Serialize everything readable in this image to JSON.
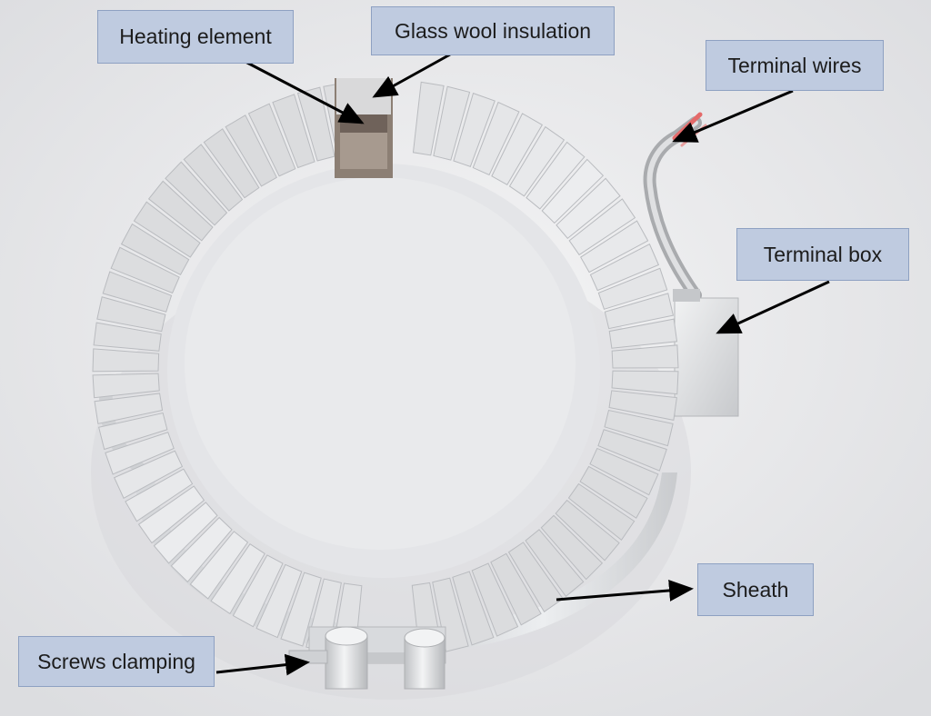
{
  "labels": {
    "heating_element": "Heating element",
    "glass_wool_insulation": "Glass wool insulation",
    "terminal_wires": "Terminal wires",
    "terminal_box": "Terminal box",
    "sheath": "Sheath",
    "screws_clamping": "Screws clamping"
  },
  "colors": {
    "label_fill": "#bfcbe0",
    "label_border": "#8ea1c2",
    "arrow": "#000000",
    "wire_tip": "#e46a6a"
  }
}
